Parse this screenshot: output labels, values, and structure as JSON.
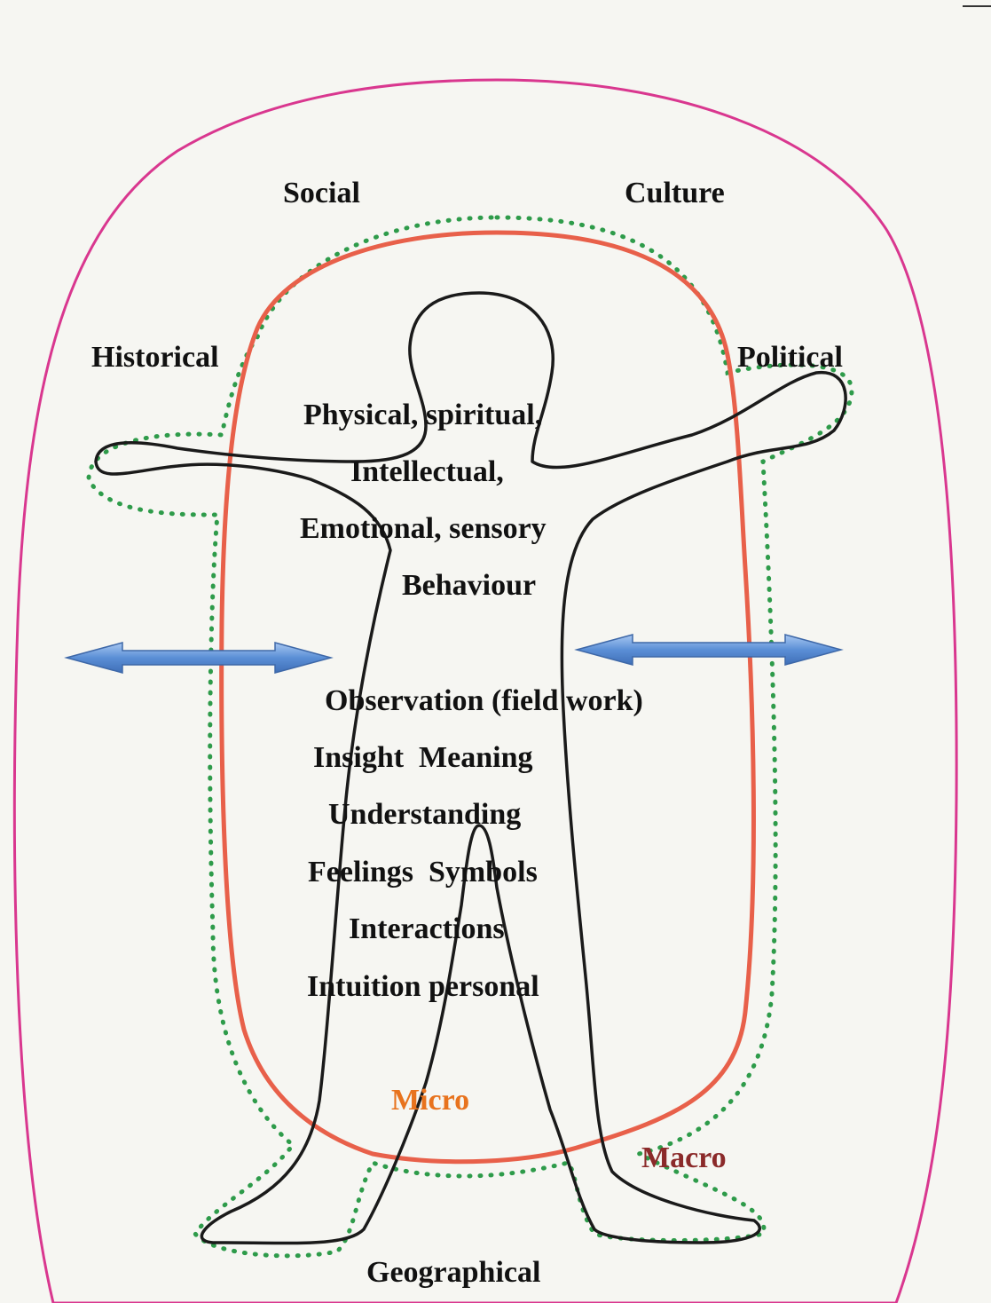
{
  "outer_labels": {
    "social": "Social",
    "culture": "Culture",
    "historical": "Historical",
    "political": "Political",
    "geographical": "Geographical"
  },
  "inner_labels": {
    "line1": "Physical, spiritual,",
    "line2": "Intellectual,",
    "line3": "Emotional, sensory",
    "line4": "Behaviour",
    "line5": "Observation (field work)",
    "line6": "Insight  Meaning",
    "line7": "Understanding",
    "line8": "Feelings  Symbols",
    "line9": "Interactions",
    "line10": "Intuition personal"
  },
  "levels": {
    "micro": "Micro",
    "macro": "Macro"
  },
  "colors": {
    "outer_boundary": "#d9378f",
    "micro_boundary": "#e8604a",
    "macro_boundary": "#2e9b4a",
    "arrow_fill": "#5b8fd6",
    "figure_outline": "#1a1a1a",
    "micro_text": "#e8731e",
    "macro_text": "#8b2a2a"
  }
}
